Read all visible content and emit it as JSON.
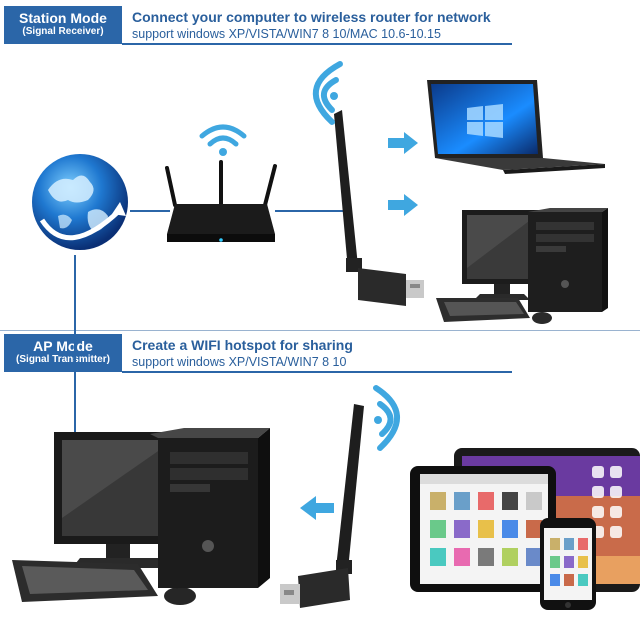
{
  "station": {
    "mode_title": "Station Mode",
    "mode_sub": "(Signal Receiver)",
    "headline": "Connect your computer to wireless router for network",
    "support": "support windows XP/VISTA/WIN7 8 10/MAC 10.6-10.15"
  },
  "ap": {
    "mode_title": "AP Mode",
    "mode_sub": "(Signal Transmitter)",
    "headline": "Create a WIFI hotspot for sharing",
    "support": "support windows XP/VISTA/WIN7 8 10"
  },
  "colors": {
    "brand_blue": "#2b66a8",
    "arrow_blue": "#3fa7e0",
    "text_blue": "#2a5f9c"
  },
  "icons": [
    "globe-icon",
    "router-icon",
    "wifi-icon",
    "usb-adapter-icon",
    "laptop-icon",
    "desktop-pc-icon",
    "tablet-icon",
    "phone-icon",
    "arrow-right-icon",
    "arrow-left-icon"
  ]
}
